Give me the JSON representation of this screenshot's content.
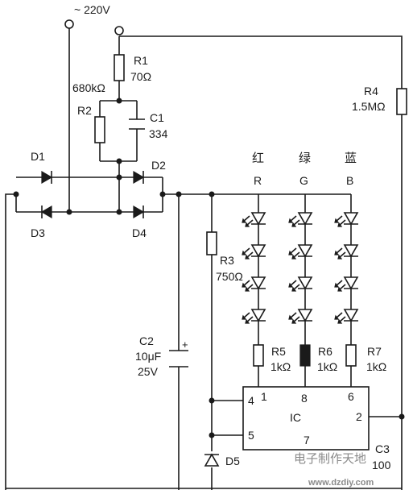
{
  "supply": {
    "label": "~ 220V"
  },
  "resistors": {
    "r1": {
      "ref": "R1",
      "value": "70Ω"
    },
    "r2": {
      "ref": "R2",
      "value": "680kΩ"
    },
    "r3": {
      "ref": "R3",
      "value": "750Ω"
    },
    "r4": {
      "ref": "R4",
      "value": "1.5MΩ"
    },
    "r5": {
      "ref": "R5",
      "value": "1kΩ"
    },
    "r6": {
      "ref": "R6",
      "value": "1kΩ"
    },
    "r7": {
      "ref": "R7",
      "value": "1kΩ"
    }
  },
  "capacitors": {
    "c1": {
      "ref": "C1",
      "value": "334"
    },
    "c2": {
      "ref": "C2",
      "value": "10μF",
      "voltage": "25V",
      "polarity": "+"
    },
    "c3": {
      "ref": "C3",
      "value": "100"
    }
  },
  "diodes": {
    "d1": "D1",
    "d2": "D2",
    "d3": "D3",
    "d4": "D4",
    "d5": "D5"
  },
  "led_channels": [
    {
      "cn": "红",
      "letter": "R"
    },
    {
      "cn": "绿",
      "letter": "G"
    },
    {
      "cn": "蓝",
      "letter": "B"
    }
  ],
  "ic": {
    "label": "IC",
    "pins": {
      "p1": "1",
      "p2": "2",
      "p4": "4",
      "p5": "5",
      "p6": "6",
      "p7": "7",
      "p8": "8"
    }
  },
  "watermark": {
    "text": "电子制作天地",
    "url": "www.dzdiy.com"
  }
}
